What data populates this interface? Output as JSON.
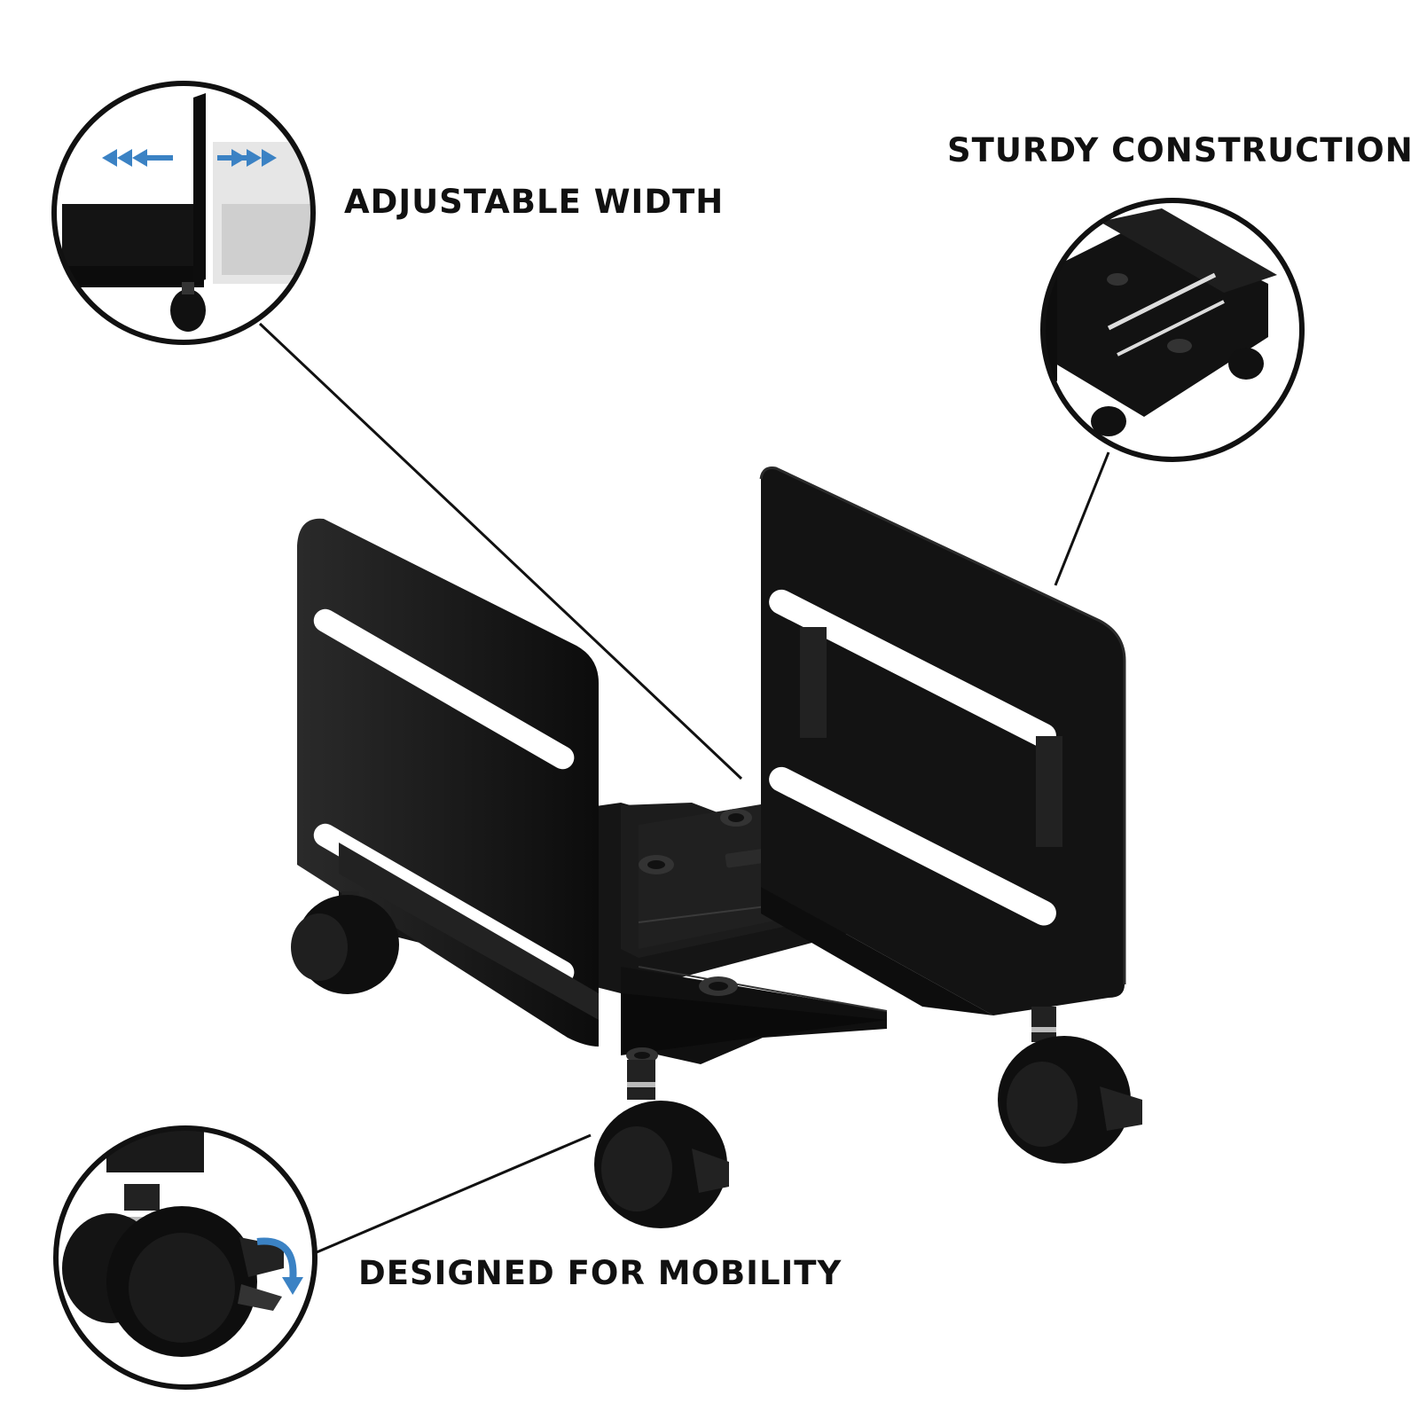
{
  "callouts": {
    "adjustable_width": "ADJUSTABLE WIDTH",
    "sturdy_construction": "STURDY CONSTRUCTION",
    "designed_for_mobility": "DESIGNED FOR MOBILITY"
  },
  "colors": {
    "background": "#ffffff",
    "product_black": "#111111",
    "arrow_blue": "#3b82c4"
  },
  "icons": {
    "width_arrows": "double-chevron-arrows",
    "lock_rotate_arrow": "curved-arrow"
  }
}
